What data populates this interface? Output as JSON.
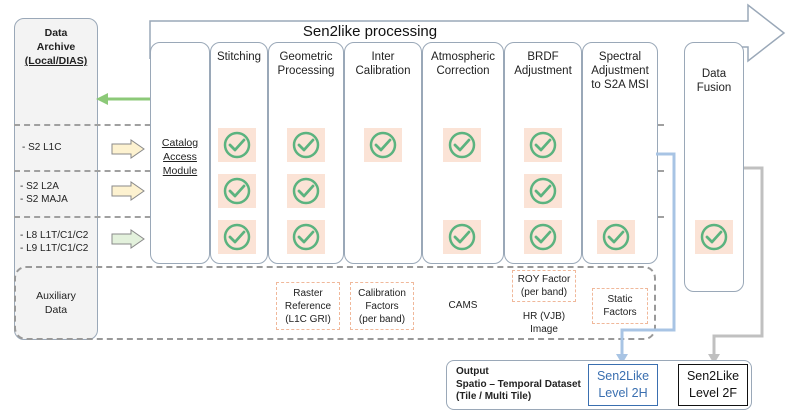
{
  "title": "Sen2like processing",
  "archive": {
    "line1": "Data",
    "line2": "Archive",
    "line3": "(Local/DIAS)"
  },
  "inputs": {
    "row1": [
      "- S2 L1C"
    ],
    "row2": [
      "- S2 L2A",
      "- S2 MAJA"
    ],
    "row3": [
      "- L8 L1T/C1/C2",
      "- L9 L1T/C1/C2"
    ]
  },
  "auxiliary": {
    "line1": "Auxiliary",
    "line2": "Data"
  },
  "catalog": {
    "line1": "Catalog",
    "line2": "Access",
    "line3": "Module"
  },
  "columns": [
    {
      "id": "stitching",
      "lines": [
        "Stitching"
      ]
    },
    {
      "id": "geometric",
      "lines": [
        "Geometric",
        "Processing"
      ]
    },
    {
      "id": "intercal",
      "lines": [
        "Inter",
        "Calibration"
      ]
    },
    {
      "id": "atmospheric",
      "lines": [
        "Atmospheric",
        "Correction"
      ]
    },
    {
      "id": "brdf",
      "lines": [
        "BRDF",
        "Adjustment"
      ]
    },
    {
      "id": "spectral",
      "lines": [
        "Spectral",
        "Adjustment",
        "to S2A MSI"
      ]
    },
    {
      "id": "fusion",
      "lines": [
        "Data",
        "Fusion"
      ]
    }
  ],
  "checks": {
    "row1": [
      "stitching",
      "geometric",
      "intercal",
      "atmospheric",
      "brdf"
    ],
    "row2": [
      "stitching",
      "geometric",
      "brdf"
    ],
    "row3": [
      "stitching",
      "geometric",
      "atmospheric",
      "brdf",
      "spectral",
      "fusion"
    ]
  },
  "aux_items": {
    "raster": [
      "Raster",
      "Reference",
      "(L1C GRI)"
    ],
    "calibration": [
      "Calibration",
      "Factors",
      "(per band)"
    ],
    "cams": [
      "CAMS"
    ],
    "roy": [
      "ROY Factor",
      "(per band)"
    ],
    "hr": [
      "HR (VJB)",
      "Image"
    ],
    "static": [
      "Static",
      "Factors"
    ]
  },
  "output": {
    "label_line1": "Output",
    "label_line2": "Spatio – Temporal Dataset",
    "label_line3": "(Tile / Multi Tile)",
    "h_line1": "Sen2Like",
    "h_line2": "Level 2H",
    "f_line1": "Sen2Like",
    "f_line2": "Level 2F"
  },
  "colors": {
    "check_fill": "#fbe3d6",
    "check_stroke": "#5bb37f",
    "arrow_green": "#8cc978",
    "arrow_blue_line": "#a8c4e4",
    "level_2h_text": "#3a6fb0"
  }
}
